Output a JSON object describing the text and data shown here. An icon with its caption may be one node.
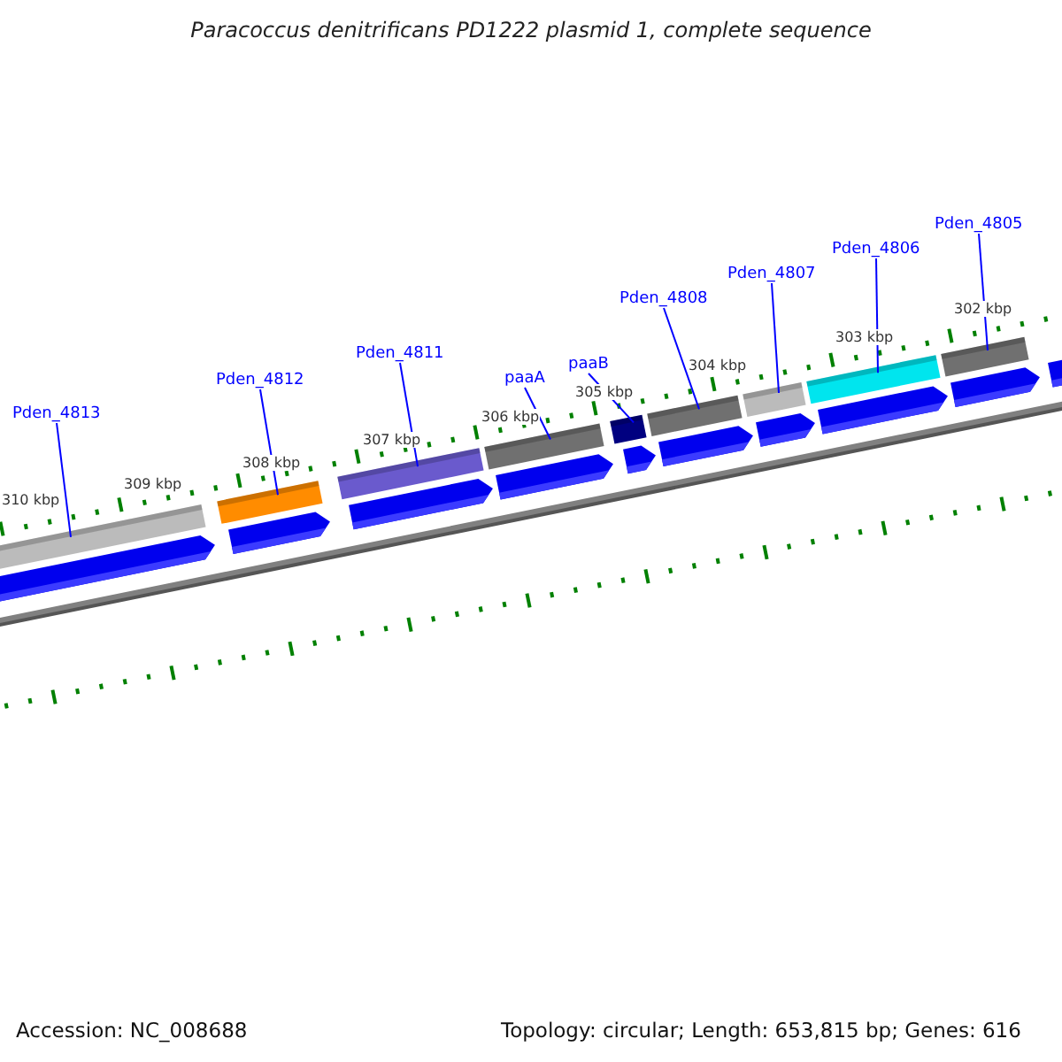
{
  "diagram": {
    "title": "Paracoccus denitrificans PD1222 plasmid 1, complete sequence",
    "nodes": [
      {
        "text": [
          "Pden_4813"
        ]
      },
      {
        "text": [
          "Pden_4812"
        ]
      },
      {
        "text": [
          "Pden_4811"
        ]
      },
      {
        "text": [
          "paaA"
        ]
      },
      {
        "text": [
          "paaB"
        ]
      },
      {
        "text": [
          "Pden_4808"
        ]
      },
      {
        "text": [
          "Pden_4807"
        ]
      },
      {
        "text": [
          "Pden_4806"
        ]
      },
      {
        "text": [
          "Pden_4805"
        ]
      },
      {
        "text": [],
        "shape": "bar"
      },
      {
        "text": [],
        "shape": "bar"
      },
      {
        "text": [],
        "shape": "bar"
      },
      {
        "text": [],
        "shape": "bar"
      },
      {
        "text": [],
        "shape": "bar"
      },
      {
        "text": [],
        "shape": "bar"
      },
      {
        "text": [],
        "shape": "bar"
      },
      {
        "text": [],
        "shape": "bar"
      },
      {
        "text": [],
        "shape": "bar"
      }
    ],
    "edges": [
      {
        "from": 0,
        "to": 9,
        "arrow": "none"
      },
      {
        "from": 1,
        "to": 10,
        "arrow": "none"
      },
      {
        "from": 2,
        "to": 11,
        "arrow": "none"
      },
      {
        "from": 3,
        "to": 12,
        "arrow": "none"
      },
      {
        "from": 4,
        "to": 13,
        "arrow": "none"
      },
      {
        "from": 5,
        "to": 14,
        "arrow": "none"
      },
      {
        "from": 6,
        "to": 15,
        "arrow": "none"
      },
      {
        "from": 7,
        "to": 16,
        "arrow": "none"
      },
      {
        "from": 8,
        "to": 17,
        "arrow": "none"
      }
    ],
    "labels": [
      "310 kbp",
      "309 kbp",
      "308 kbp",
      "307 kbp",
      "306 kbp",
      "305 kbp",
      "304 kbp",
      "303 kbp",
      "302 kbp",
      "Accession: NC_008688",
      "Topology: circular; Length: 653,815 bp; Genes: 616"
    ]
  }
}
